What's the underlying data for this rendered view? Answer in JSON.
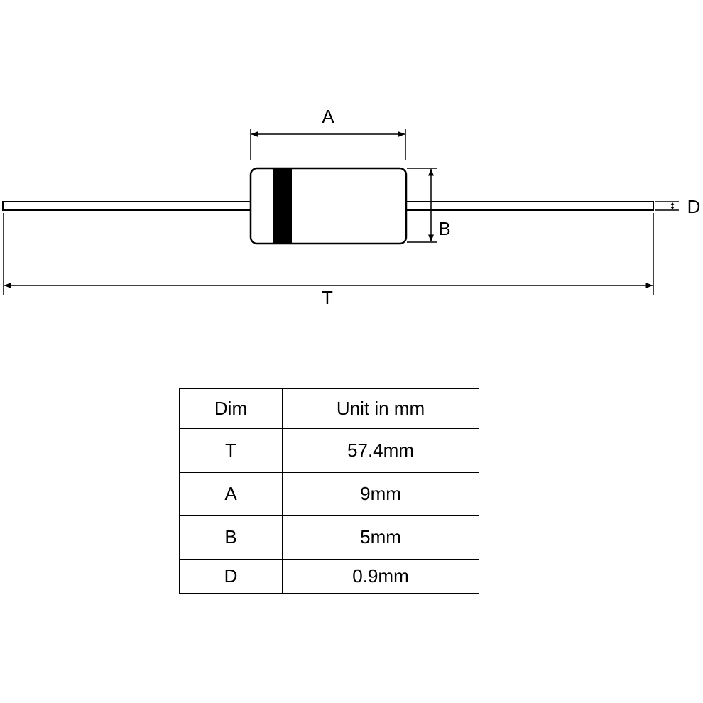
{
  "diagram": {
    "labels": {
      "A": "A",
      "B": "B",
      "D": "D",
      "T": "T"
    }
  },
  "table": {
    "headers": [
      "Dim",
      "Unit in mm"
    ],
    "rows": [
      {
        "dim": "T",
        "value": "57.4mm"
      },
      {
        "dim": "A",
        "value": "9mm"
      },
      {
        "dim": "B",
        "value": "5mm"
      },
      {
        "dim": "D",
        "value": "0.9mm"
      }
    ]
  }
}
